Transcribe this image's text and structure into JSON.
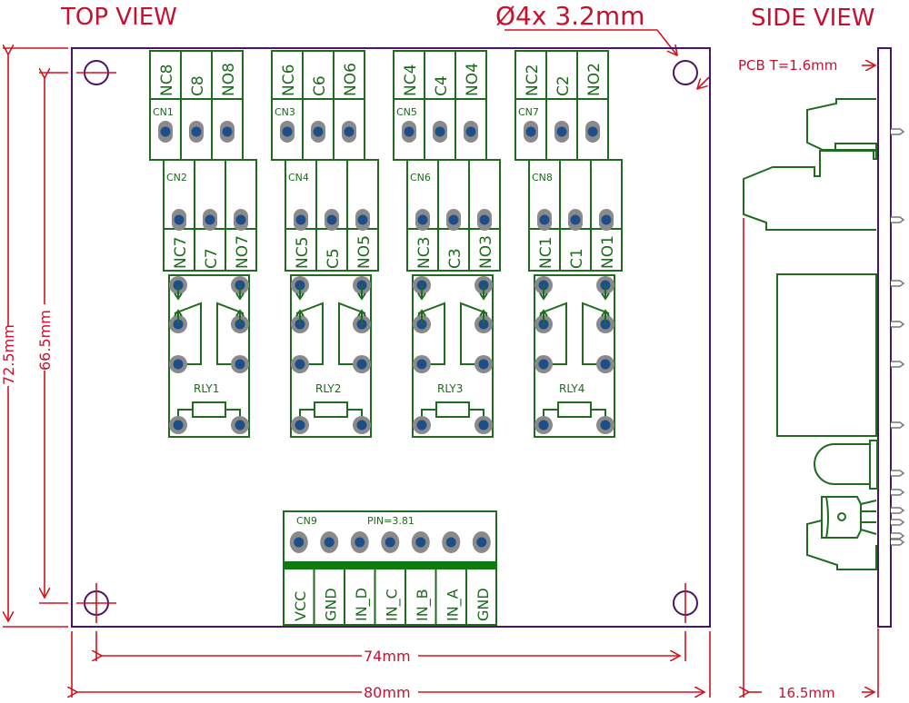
{
  "titles": {
    "top_view": "TOP VIEW",
    "side_view": "SIDE VIEW"
  },
  "annotations": {
    "hole_spec": "Ø4x  3.2mm",
    "pcb_thickness": "PCB  T=1.6mm"
  },
  "dimensions": {
    "board_height": "72.5mm",
    "hole_pitch_vertical": "66.5mm",
    "hole_pitch_horizontal": "74mm",
    "board_width": "80mm",
    "side_depth": "16.5mm"
  },
  "top_connectors": [
    {
      "name": "CN1",
      "pins": [
        "NC8",
        "C8",
        "NO8"
      ]
    },
    {
      "name": "CN3",
      "pins": [
        "NC6",
        "C6",
        "NO6"
      ]
    },
    {
      "name": "CN5",
      "pins": [
        "NC4",
        "C4",
        "NO4"
      ]
    },
    {
      "name": "CN7",
      "pins": [
        "NC2",
        "C2",
        "NO2"
      ]
    }
  ],
  "bottom_connectors": [
    {
      "name": "CN2",
      "pins": [
        "NC7",
        "C7",
        "NO7"
      ]
    },
    {
      "name": "CN4",
      "pins": [
        "NC5",
        "C5",
        "NO5"
      ]
    },
    {
      "name": "CN6",
      "pins": [
        "NC3",
        "C3",
        "NO3"
      ]
    },
    {
      "name": "CN8",
      "pins": [
        "NC1",
        "C1",
        "NO1"
      ]
    }
  ],
  "relays": [
    "RLY1",
    "RLY2",
    "RLY3",
    "RLY4"
  ],
  "input_connector": {
    "name": "CN9",
    "pitch": "PIN=3.81",
    "pins": [
      "VCC",
      "GND",
      "IN_D",
      "IN_C",
      "IN_B",
      "IN_A",
      "GND"
    ]
  },
  "colors": {
    "dimension": "#d2141e",
    "board_outline": "#4b1565",
    "silkscreen": "#1f6b1f",
    "pad": "#8a8a8a",
    "drill": "#1d4e8a"
  }
}
